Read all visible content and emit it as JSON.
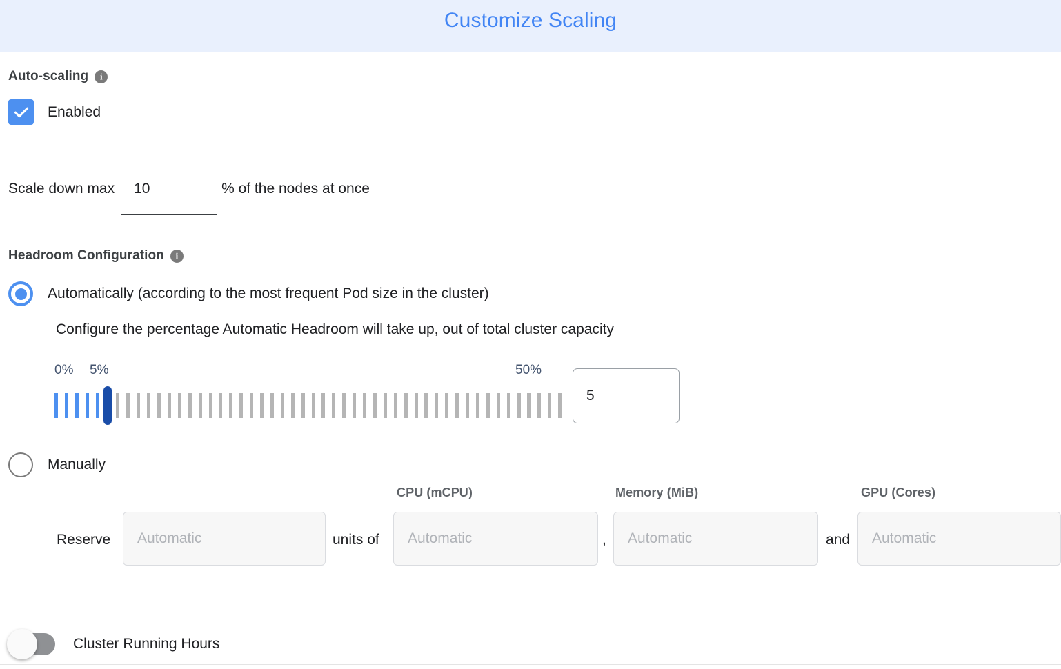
{
  "header": {
    "title": "Customize Scaling",
    "title_color": "#4285f4",
    "background_color": "#e9f0fd"
  },
  "autoscaling": {
    "section_label": "Auto-scaling",
    "info_glyph": "i",
    "enabled_label": "Enabled",
    "enabled_checked": true,
    "accent_color": "#4d90f0"
  },
  "scale_down": {
    "prefix_label": "Scale down max",
    "value": "10",
    "suffix_label": "% of the nodes at once"
  },
  "headroom": {
    "section_label": "Headroom Configuration",
    "info_glyph": "i",
    "option_automatic": {
      "label": "Automatically (according to the most frequent Pod size in the cluster)",
      "selected": true,
      "description": "Configure the percentage Automatic Headroom will take up, out of total cluster capacity"
    },
    "option_manually": {
      "label": "Manually",
      "selected": false
    }
  },
  "slider": {
    "min_caption": "0%",
    "current_caption": "5%",
    "max_caption": "50%",
    "min": 0,
    "max": 50,
    "value": 5,
    "tick_count": 50,
    "value_input": "5",
    "filled_color": "#4d90f0",
    "empty_color": "#b5b5b5",
    "thumb_color": "#1a4da8",
    "caption_color": "#44546f"
  },
  "reserve": {
    "word_reserve": "Reserve",
    "word_units_of": "units of",
    "word_comma": ",",
    "word_and": "and",
    "labels": {
      "cpu": "CPU (mCPU)",
      "memory": "Memory (MiB)",
      "gpu": "GPU (Cores)"
    },
    "placeholders": {
      "units": "Automatic",
      "cpu": "Automatic",
      "memory": "Automatic",
      "gpu": "Automatic"
    },
    "values": {
      "units": "",
      "cpu": "",
      "memory": "",
      "gpu": ""
    }
  },
  "cluster_running_hours": {
    "label": "Cluster Running Hours",
    "enabled": false
  }
}
